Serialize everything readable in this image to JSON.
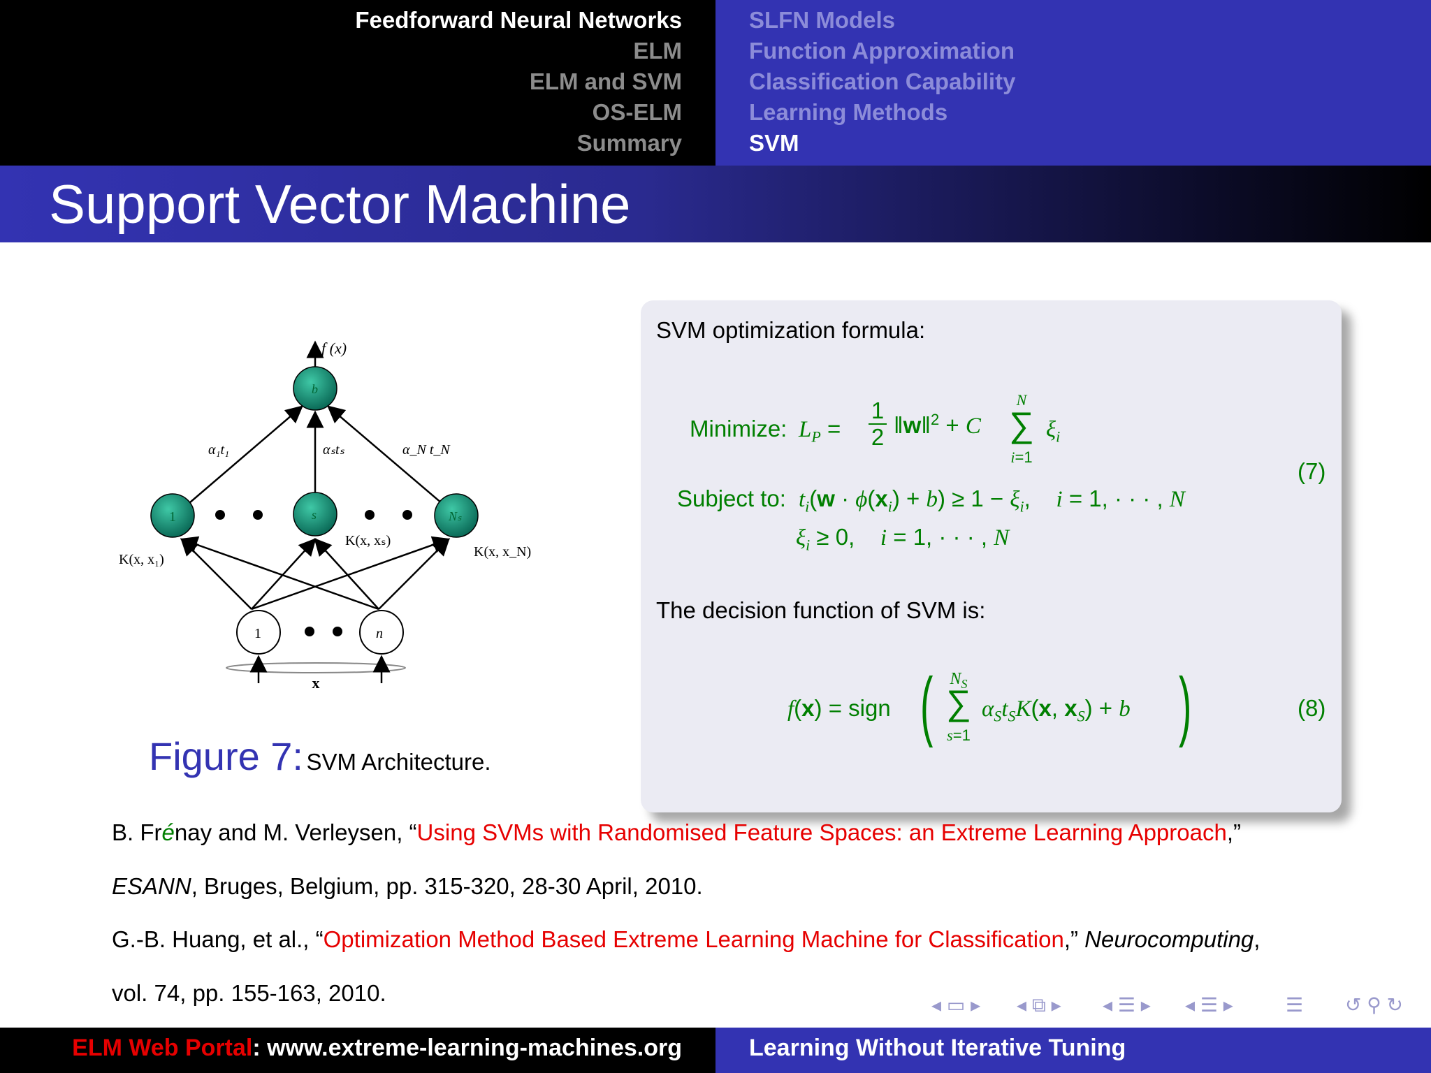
{
  "header": {
    "sections": [
      "Feedforward Neural Networks",
      "ELM",
      "ELM and SVM",
      "OS-ELM",
      "Summary"
    ],
    "subsections": [
      "SLFN Models",
      "Function Approximation",
      "Classification Capability",
      "Learning Methods",
      "SVM"
    ]
  },
  "slide": {
    "title": "Support Vector Machine"
  },
  "figure": {
    "label": "Figure 7:",
    "caption": "SVM Architecture.",
    "labels": {
      "output": "f (x)",
      "bias": "b",
      "w1": "α₁t₁",
      "ws": "αₛtₛ",
      "wN": "α_N t_N",
      "k1": "K(x, x₁)",
      "ks": "K(x, xₛ)",
      "kN": "K(x, x_N)",
      "node1": "1",
      "nodes": "s",
      "nodeN": "Nₛ",
      "in1": "1",
      "inn": "n",
      "x": "x"
    }
  },
  "block": {
    "intro": "SVM optimization formula:",
    "minimize_label": "Minimize:",
    "subject_label": "Subject to:",
    "eq7": "(7)",
    "decision_intro": "The decision function of SVM is:",
    "eq8": "(8)"
  },
  "references": [
    {
      "pre": "B. Fr",
      "accent": "é",
      "mid": "nay and M. Verleysen, “",
      "title": "Using SVMs with Randomised Feature Spaces: an Extreme Learning Approach",
      "post": ",”"
    },
    {
      "line2": ", Bruges, Belgium, pp. 315-320, 28-30 April, 2010.",
      "venue": "ESANN"
    },
    {
      "pre": "G.-B. Huang, et al., “",
      "title": "Optimization Method Based Extreme Learning Machine for Classification",
      "post": ",” ",
      "venue": "Neurocomputing",
      "end": ","
    },
    {
      "line2": "vol. 74, pp. 155-163, 2010."
    }
  ],
  "footer": {
    "portal_label": "ELM Web Portal",
    "portal_url": ": www.extreme-learning-machines.org",
    "slogan": "Learning Without Iterative Tuning"
  },
  "colors": {
    "blue": "#3333b2",
    "green": "#007f00",
    "red": "#e60000",
    "teal_node": "#0e8a72"
  }
}
